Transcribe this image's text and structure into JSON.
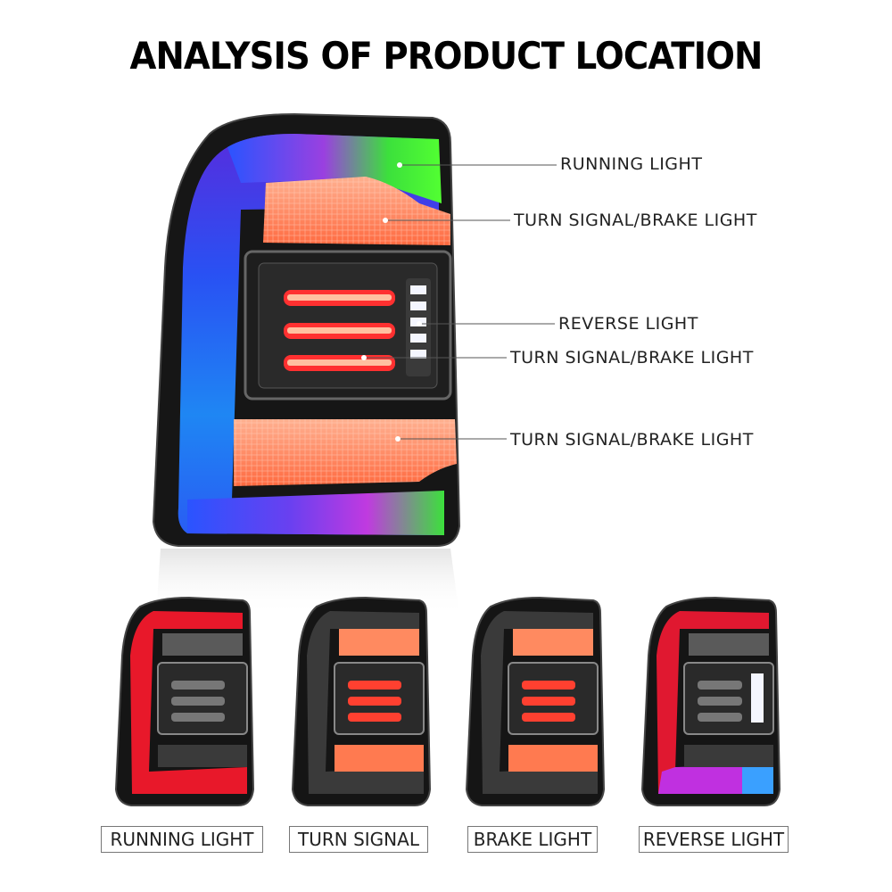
{
  "page": {
    "title": "ANALYSIS OF PRODUCT LOCATION"
  },
  "callouts": [
    {
      "label": "RUNNING LIGHT"
    },
    {
      "label": "TURN SIGNAL/BRAKE LIGHT"
    },
    {
      "label": "REVERSE LIGHT"
    },
    {
      "label": "TURN SIGNAL/BRAKE LIGHT"
    },
    {
      "label": "TURN SIGNAL/BRAKE LIGHT"
    }
  ],
  "variants": [
    {
      "label": "RUNNING LIGHT"
    },
    {
      "label": "TURN SIGNAL"
    },
    {
      "label": "BRAKE LIGHT"
    },
    {
      "label": "REVERSE LIGHT"
    }
  ],
  "colors": {
    "housing": "#1a1a1a",
    "rgb_green": "#3ce03c",
    "rgb_blue": "#2a54ff",
    "rgb_purple": "#b02ee0",
    "amber": "#ff7a50",
    "red_led": "#ff3030",
    "running_red": "#e8182a"
  }
}
